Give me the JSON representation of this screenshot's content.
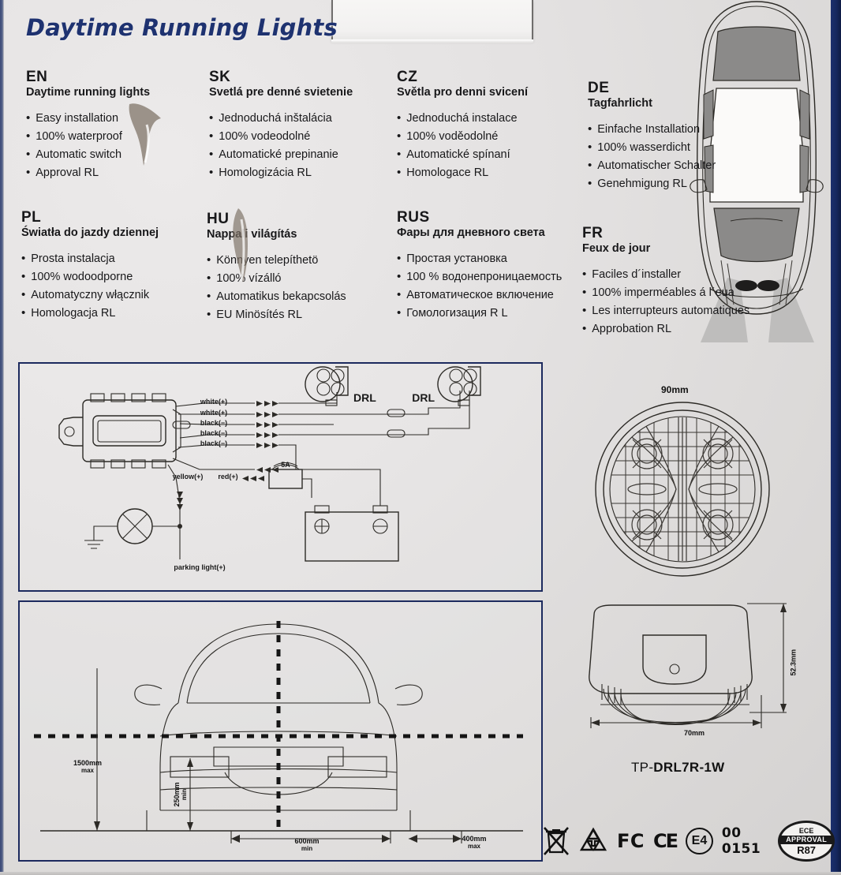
{
  "title": "Daytime Running Lights",
  "languages": [
    {
      "code": "EN",
      "subtitle": "Daytime running lights",
      "bullets": [
        "Easy installation",
        "100% waterproof",
        "Automatic switch",
        "Approval RL"
      ]
    },
    {
      "code": "SK",
      "subtitle": "Svetlá pre denné svietenie",
      "bullets": [
        "Jednoduchá inštalácia",
        "100% vodeodolné",
        "Automatické prepinanie",
        "Homologizácia RL"
      ]
    },
    {
      "code": "CZ",
      "subtitle": "Světla pro denni svicení",
      "bullets": [
        "Jednoduchá instalace",
        "100% voděodolné",
        "Automatické spínaní",
        "Homologace RL"
      ]
    },
    {
      "code": "DE",
      "subtitle": "Tagfahrlicht",
      "bullets": [
        "Einfache Installation",
        "100% wasserdicht",
        "Automatischer Schalter",
        "Genehmigung RL"
      ]
    },
    {
      "code": "PL",
      "subtitle": "Światła do jazdy dziennej",
      "bullets": [
        "Prosta instalacja",
        "100% wodoodporne",
        "Automatyczny włącznik",
        "Homologacja RL"
      ]
    },
    {
      "code": "HU",
      "subtitle": "Nappali világítás",
      "bullets": [
        "Könnyen telepíthetö",
        "100% vízálló",
        "Automatikus bekapcsolás",
        "EU Minösítés RL"
      ]
    },
    {
      "code": "RUS",
      "subtitle": "Фары для дневного света",
      "bullets": [
        "Простая установка",
        "100 % водонепроницаемость",
        "Автоматическое включение",
        "Гомологизация R L"
      ]
    },
    {
      "code": "FR",
      "subtitle": "Feux de jour",
      "bullets": [
        "Faciles d´installer",
        "100% imperméables á l´eua",
        "Les interrupteurs automatiques",
        "Approbation RL"
      ]
    }
  ],
  "wiring": {
    "labels": {
      "drl_left": "DRL",
      "drl_right": "DRL",
      "wire1": "white(+)",
      "wire2": "white(+)",
      "wire3": "black(−)",
      "wire4": "black(−)",
      "wire5": "black(−)",
      "wire6": "red(+)",
      "yellow": "yellow(+)",
      "parking": "parking light(+)",
      "fuse": "5A",
      "battery_pos": "⊕",
      "battery_neg": "⊖"
    }
  },
  "front_view": {
    "dims": {
      "height_max": "1500mm",
      "height_max_unit": "max",
      "lamp_min": "250mm",
      "lamp_min_unit": "min",
      "center_min": "600mm",
      "center_min_unit": "min",
      "edge_max": "400mm",
      "edge_max_unit": "max"
    }
  },
  "lamp": {
    "diameter": "90mm",
    "height": "52.3mm",
    "width": "70mm",
    "product_prefix": "TP-",
    "product_code": "DRL7R-1W"
  },
  "certifications": {
    "weee": "weee-crossed-bin-icon",
    "recycle": "recycle-icon",
    "fcc": "FC",
    "ce": "CE",
    "e_mark": "E4",
    "approval_number": "00 0151",
    "ece_line1": "ECE",
    "ece_line2": "APPROVAL",
    "ece_line3": "R87"
  },
  "colors": {
    "title_blue": "#1e3270",
    "box_border": "#1c2a5e",
    "line": "#2c2a26",
    "paper": "#e6e4e3"
  }
}
